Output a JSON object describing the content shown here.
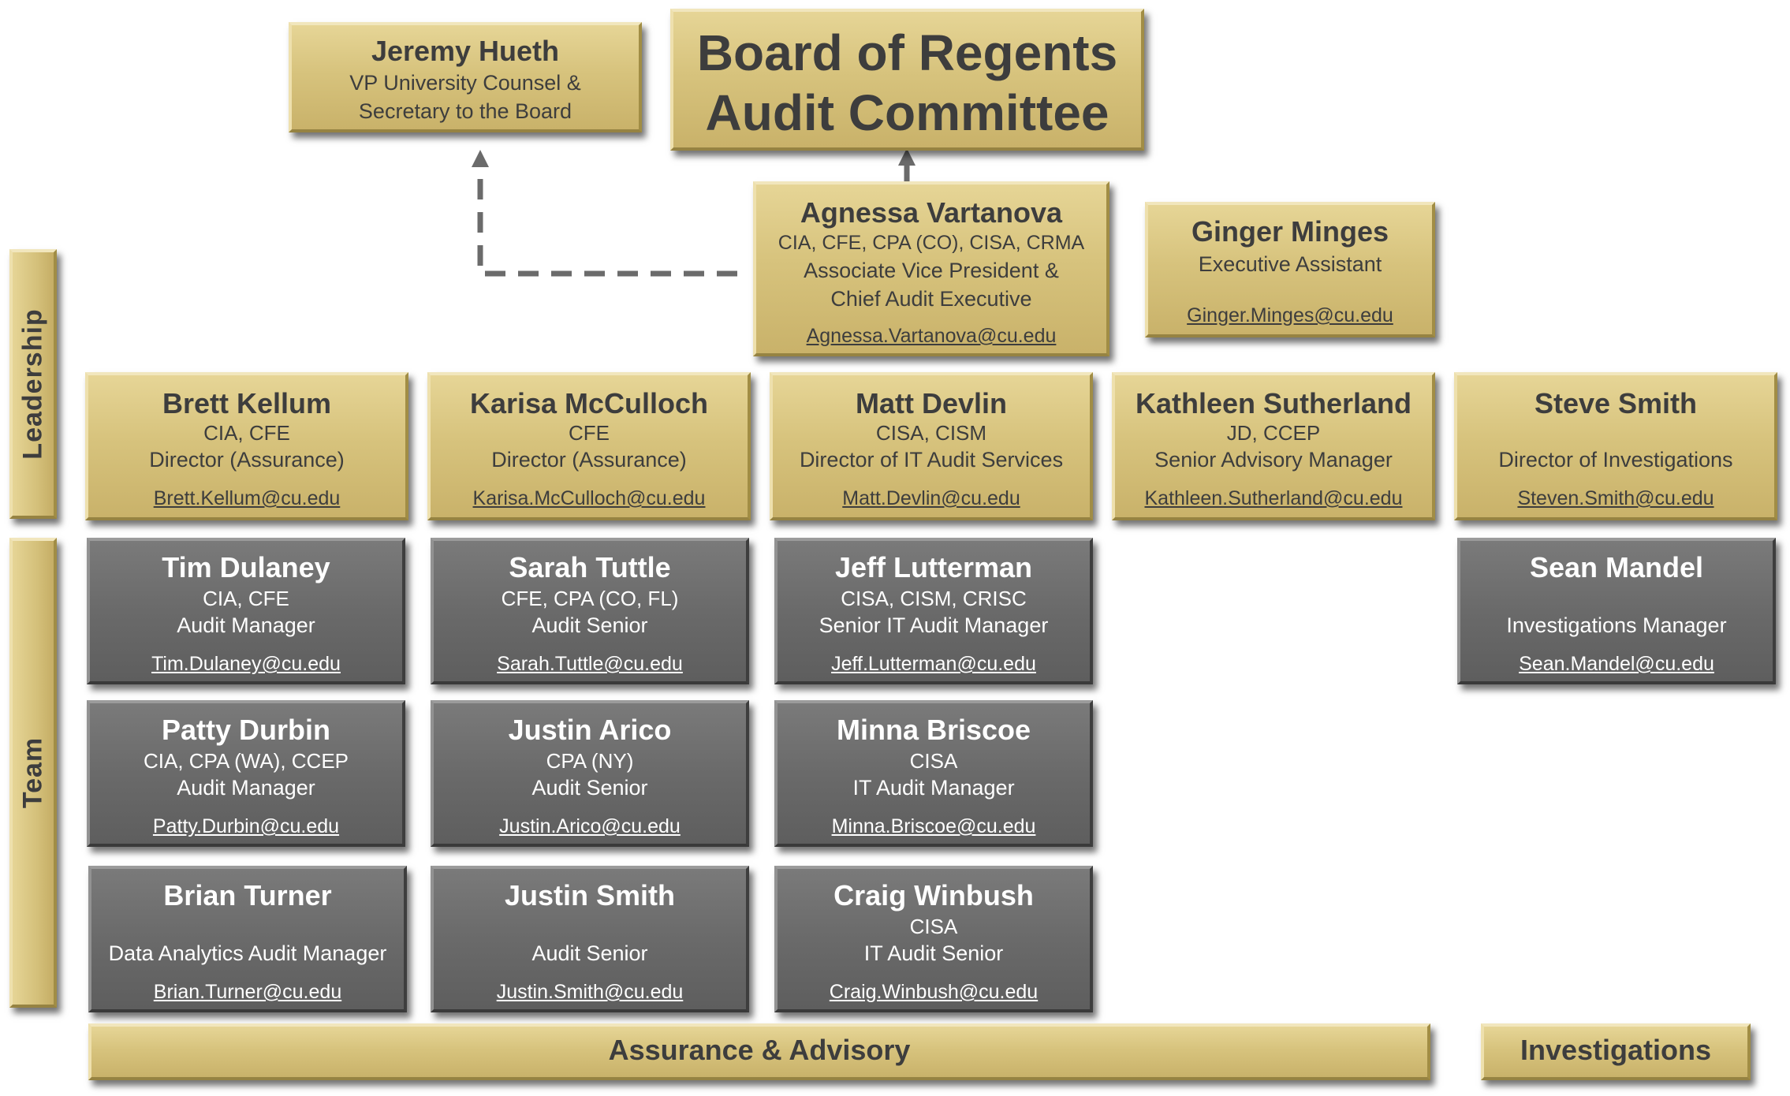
{
  "committee": {
    "line1": "Board of Regents",
    "line2": "Audit Committee"
  },
  "counsel": {
    "name": "Jeremy Hueth",
    "title1": "VP University Counsel &",
    "title2": "Secretary to the Board"
  },
  "chief": {
    "name": "Agnessa Vartanova",
    "credentials": "CIA, CFE, CPA (CO), CISA, CRMA",
    "title1": "Associate Vice President &",
    "title2": "Chief Audit Executive",
    "email": "Agnessa.Vartanova@cu.edu"
  },
  "assistant": {
    "name": "Ginger Minges",
    "title": "Executive Assistant",
    "email": "Ginger.Minges@cu.edu"
  },
  "side_labels": {
    "leadership": "Leadership",
    "team": "Team"
  },
  "leadership": [
    {
      "name": "Brett Kellum",
      "credentials": "CIA, CFE",
      "title": "Director (Assurance)",
      "email": "Brett.Kellum@cu.edu"
    },
    {
      "name": "Karisa McCulloch",
      "credentials": "CFE",
      "title": "Director (Assurance)",
      "email": "Karisa.McCulloch@cu.edu"
    },
    {
      "name": "Matt Devlin",
      "credentials": "CISA, CISM",
      "title": "Director of IT Audit Services",
      "email": "Matt.Devlin@cu.edu"
    },
    {
      "name": "Kathleen Sutherland",
      "credentials": "JD, CCEP",
      "title": "Senior Advisory Manager",
      "email": "Kathleen.Sutherland@cu.edu"
    },
    {
      "name": "Steve Smith",
      "credentials": "",
      "title": "Director of Investigations",
      "email": "Steven.Smith@cu.edu"
    }
  ],
  "team": {
    "col1": [
      {
        "name": "Tim Dulaney",
        "credentials": "CIA, CFE",
        "title": "Audit Manager",
        "email": "Tim.Dulaney@cu.edu"
      },
      {
        "name": "Patty Durbin",
        "credentials": "CIA, CPA (WA), CCEP",
        "title": "Audit Manager",
        "email": "Patty.Durbin@cu.edu"
      },
      {
        "name": "Brian Turner",
        "credentials": "",
        "title": "Data Analytics Audit Manager",
        "email": "Brian.Turner@cu.edu"
      }
    ],
    "col2": [
      {
        "name": "Sarah Tuttle",
        "credentials": "CFE, CPA (CO, FL)",
        "title": "Audit Senior",
        "email": "Sarah.Tuttle@cu.edu"
      },
      {
        "name": "Justin Arico",
        "credentials": "CPA (NY)",
        "title": "Audit Senior",
        "email": "Justin.Arico@cu.edu"
      },
      {
        "name": "Justin Smith",
        "credentials": "",
        "title": "Audit Senior",
        "email": "Justin.Smith@cu.edu"
      }
    ],
    "col3": [
      {
        "name": "Jeff Lutterman",
        "credentials": "CISA, CISM, CRISC",
        "title": "Senior IT Audit Manager",
        "email": "Jeff.Lutterman@cu.edu"
      },
      {
        "name": "Minna Briscoe",
        "credentials": "CISA",
        "title": "IT Audit Manager",
        "email": "Minna.Briscoe@cu.edu"
      },
      {
        "name": "Craig Winbush",
        "credentials": "CISA",
        "title": "IT Audit Senior",
        "email": "Craig.Winbush@cu.edu"
      }
    ],
    "col5": [
      {
        "name": "Sean Mandel",
        "credentials": "",
        "title": "Investigations Manager",
        "email": "Sean.Mandel@cu.edu"
      }
    ]
  },
  "bottom_labels": {
    "assurance": "Assurance & Advisory",
    "investigations": "Investigations"
  },
  "colors": {
    "gold": "#d7c37d",
    "gray": "#6a6a6a",
    "connector": "#6b6b6b",
    "text_dark": "#3d3d3d"
  }
}
